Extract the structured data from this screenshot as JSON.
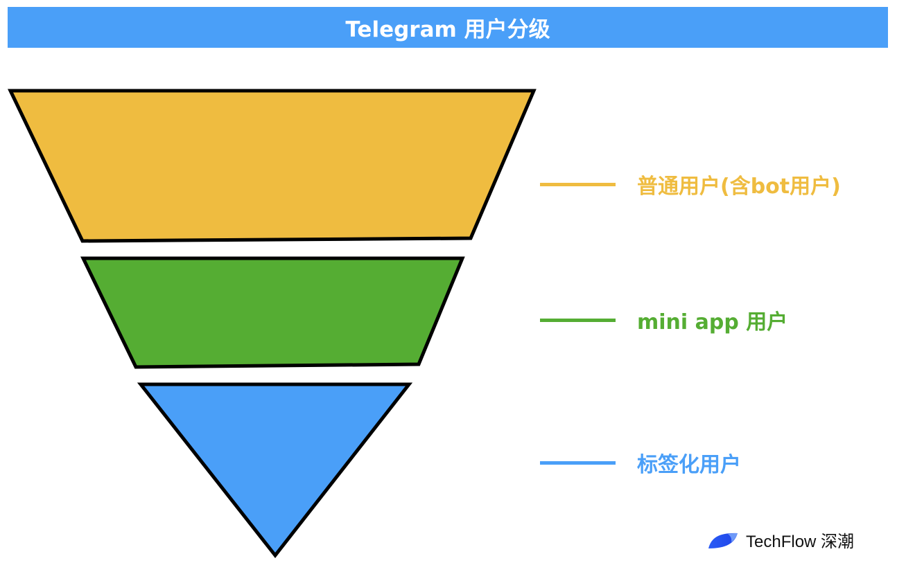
{
  "title": "Telegram 用户分级",
  "colors": {
    "title_bg": "#4a9ff8",
    "outline": "#000000",
    "tier1": "#efbc40",
    "tier2": "#55ad33",
    "tier3": "#4a9ff8"
  },
  "tiers": [
    {
      "label": "普通用户(含bot用户)",
      "color": "#efbc40",
      "shape": "trapezoid"
    },
    {
      "label": "mini app 用户",
      "color": "#55ad33",
      "shape": "trapezoid"
    },
    {
      "label": "标签化用户",
      "color": "#4a9ff8",
      "shape": "triangle"
    }
  ],
  "brand": {
    "name": "TechFlow 深潮",
    "logo_icon": "leaf-logo-icon"
  }
}
